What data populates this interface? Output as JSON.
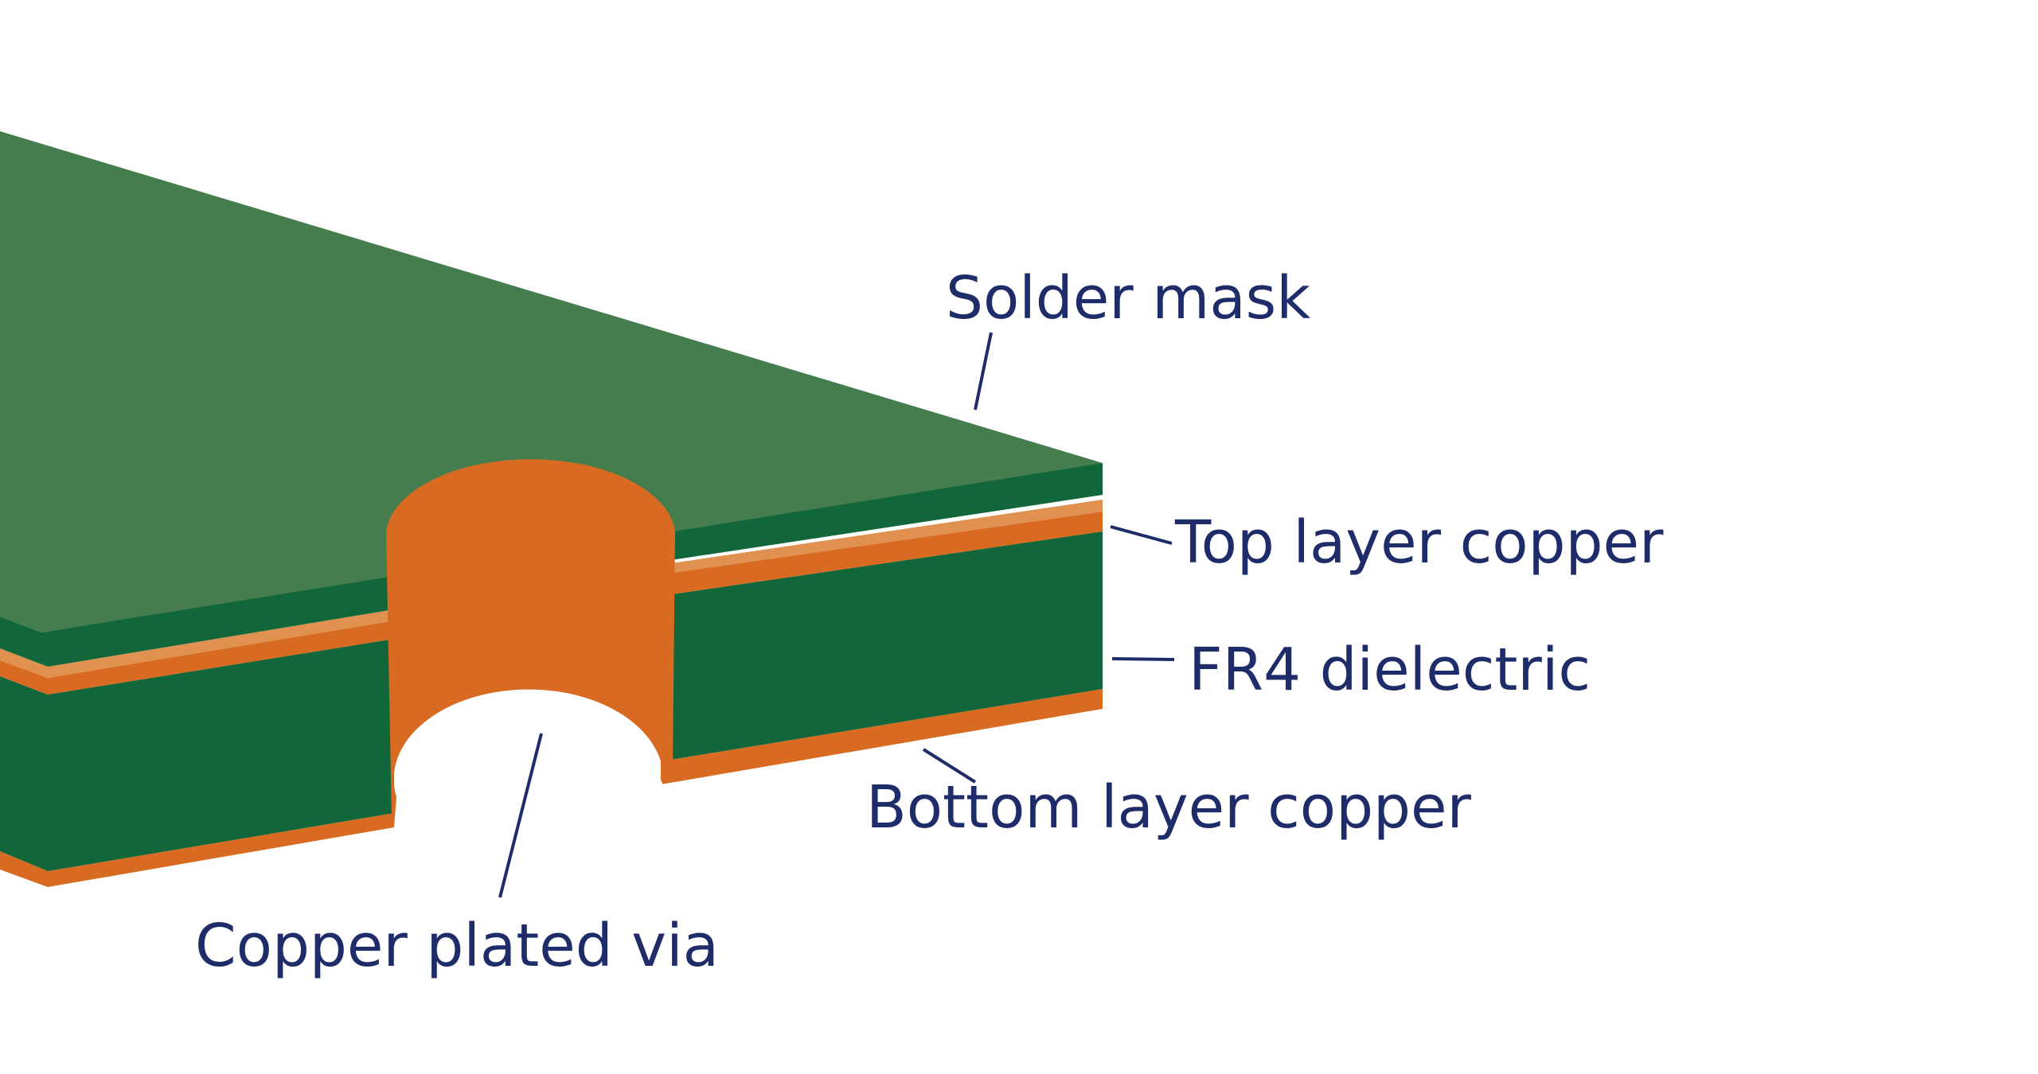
{
  "colors": {
    "solder_mask_top": "#467D4F",
    "solder_mask_edge": "#11673A",
    "copper": "#D86B21",
    "copper_light": "#E0914F",
    "dielectric": "#11673A",
    "label_text": "#1F2C6A",
    "leader_line": "#1F2C6A",
    "background": "#FFFFFF"
  },
  "labels": {
    "solder_mask": "Solder mask",
    "top_layer_copper": "Top layer copper",
    "fr4_dielectric": "FR4 dielectric",
    "bottom_layer_copper": "Bottom layer copper",
    "copper_plated_via": "Copper plated via"
  }
}
